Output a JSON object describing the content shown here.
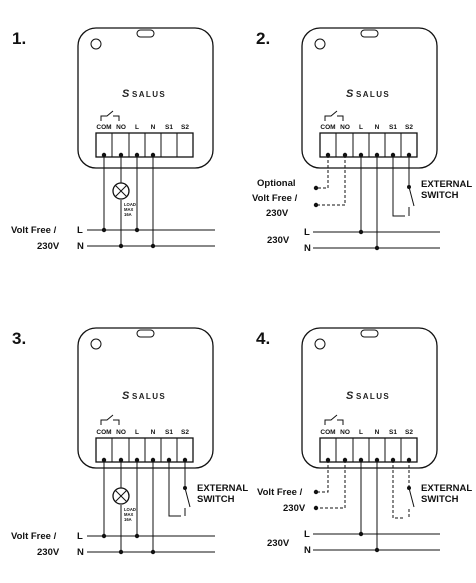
{
  "terminals": [
    "COM",
    "NO",
    "L",
    "N",
    "S1",
    "S2"
  ],
  "brand": "SALUS",
  "lines": {
    "live": "L",
    "neutral": "N"
  },
  "load": {
    "l1": "LOAD",
    "l2": "MAX",
    "l3": "16A"
  },
  "external_switch": {
    "l1": "EXTERNAL",
    "l2": "SWITCH"
  },
  "panels": [
    {
      "number": "1.",
      "supply_l1": "Volt Free /",
      "supply_l2": "230V"
    },
    {
      "number": "2.",
      "optional_l1": "Optional",
      "optional_l2": "Volt Free /",
      "optional_l3": "230V",
      "mains": "230V"
    },
    {
      "number": "3.",
      "supply_l1": "Volt Free /",
      "supply_l2": "230V"
    },
    {
      "number": "4.",
      "free_l1": "Volt Free /",
      "free_l2": "230V",
      "mains": "230V"
    }
  ]
}
